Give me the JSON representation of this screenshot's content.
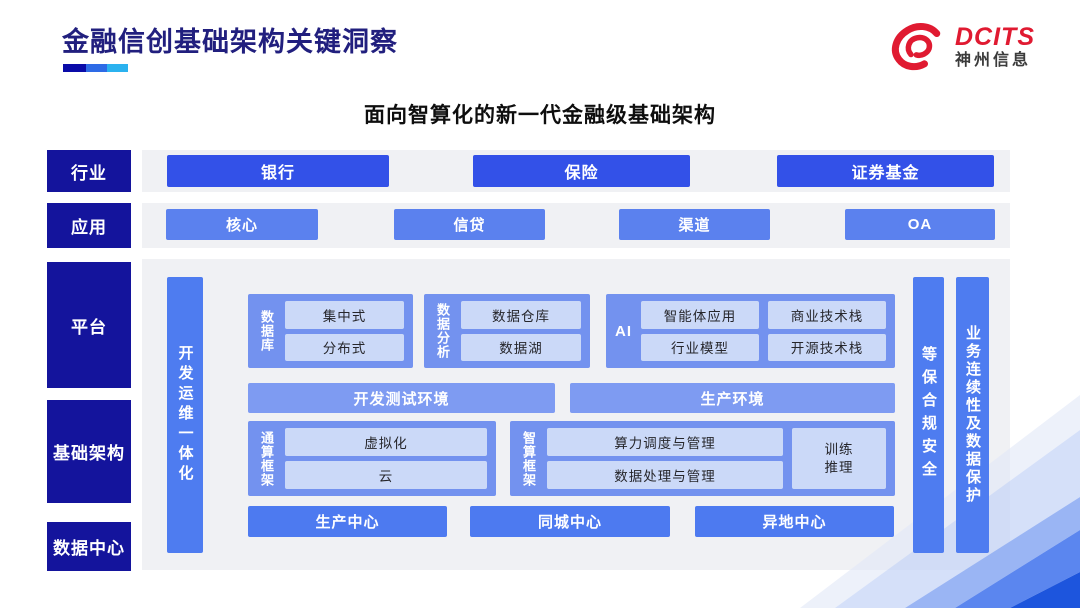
{
  "header": {
    "title": "金融信创基础架构关键洞察",
    "logo": {
      "brand": "DCITS",
      "company": "神州信息"
    }
  },
  "subtitle": "面向智算化的新一代金融级基础架构",
  "layers": [
    {
      "id": "industry",
      "label": "行业"
    },
    {
      "id": "application",
      "label": "应用"
    },
    {
      "id": "platform",
      "label": "平台"
    },
    {
      "id": "infrastructure",
      "label": "基础架构"
    },
    {
      "id": "datacenter",
      "label": "数据中心"
    }
  ],
  "diagram": {
    "industry_items": [
      "银行",
      "保险",
      "证券基金"
    ],
    "application_items": [
      "核心",
      "信贷",
      "渠道",
      "OA"
    ],
    "devops_bar": "开发运维一体化",
    "security_bar": "等保合规安全",
    "continuity_bar": "业务连续性及数据保护",
    "database": {
      "label": "数据库",
      "items": [
        "集中式",
        "分布式"
      ]
    },
    "analytics": {
      "label": "数据分析",
      "items": [
        "数据仓库",
        "数据湖"
      ]
    },
    "ai": {
      "label": "AI",
      "items": [
        "智能体应用",
        "商业技术栈",
        "行业模型",
        "开源技术栈"
      ]
    },
    "environments": [
      "开发测试环境",
      "生产环境"
    ],
    "general_compute": {
      "label": "通算框架",
      "items": [
        "虚拟化",
        "云"
      ]
    },
    "intelligent_compute": {
      "label": "智算框架",
      "items": [
        "算力调度与管理",
        "数据处理与管理"
      ],
      "side_items": [
        "训练",
        "推理"
      ]
    },
    "centers": [
      "生产中心",
      "同城中心",
      "异地中心"
    ]
  },
  "colors": {
    "title_navy": "#211f7e",
    "brand_red": "#e01a31",
    "layer_navy": "#14149c",
    "band_gray": "#f0f1f4",
    "industry_blue": "#3351e8",
    "application_blue": "#5b81ee",
    "vbar_blue": "#4e7cf0",
    "group_blue": "#7392ef",
    "chip_blue": "#cbd9f8",
    "env_blue": "#7e9bf2",
    "center_blue": "#4d7af0",
    "corner_dark_blue": "#1d55dd"
  }
}
